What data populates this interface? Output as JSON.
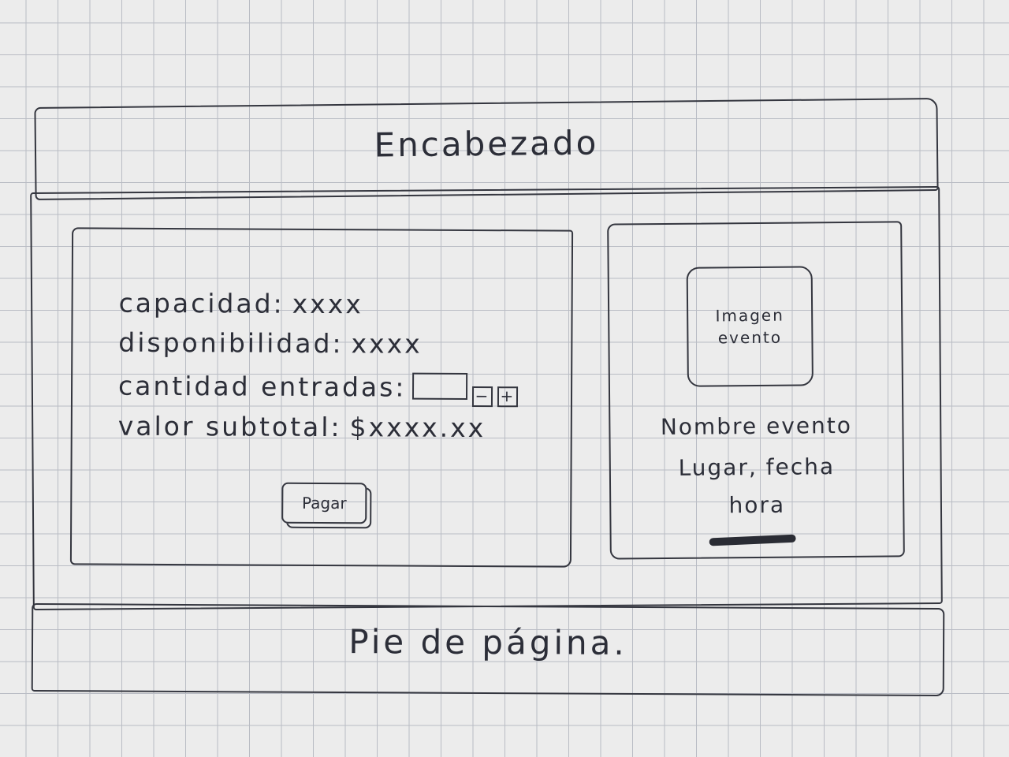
{
  "header": {
    "title": "Encabezado"
  },
  "footer": {
    "text": "Pie de página."
  },
  "purchase": {
    "capacity": {
      "label": "capacidad:",
      "value": "xxxx"
    },
    "availability": {
      "label": "disponibilidad:",
      "value": "xxxx"
    },
    "quantity": {
      "label": "cantidad entradas:",
      "minus": "−",
      "plus": "+"
    },
    "subtotal": {
      "label": "valor subtotal:",
      "value": "$xxxx.xx"
    },
    "pay_button": "Pagar"
  },
  "event": {
    "image_label": "Imagen evento",
    "name": "Nombre evento",
    "place_date": "Lugar, fecha",
    "time": "hora"
  }
}
